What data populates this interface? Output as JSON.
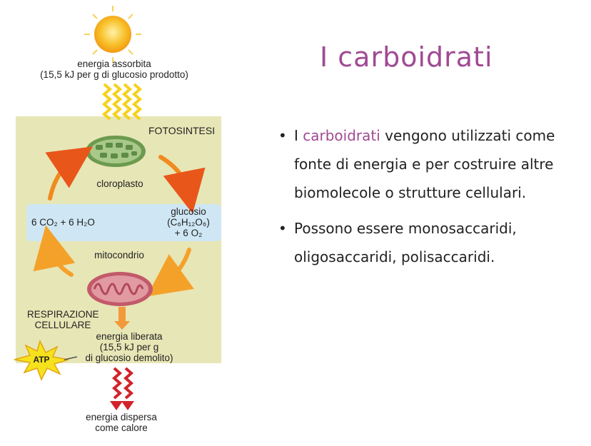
{
  "diagram": {
    "energy_in": [
      "energia assorbita",
      "(15,5 kJ per g di glucosio prodotto)"
    ],
    "photosynthesis": "FOTOSINTESI",
    "chloroplast": "cloroplasto",
    "reactants": "6 CO₂ + 6 H₂O",
    "glucose": [
      "glucosio",
      "(C₆H₁₂O₆)",
      "+ 6 O₂"
    ],
    "mitochondrion": "mitocondrio",
    "respiration": [
      "RESPIRAZIONE",
      "CELLULARE"
    ],
    "energy_released": [
      "energia liberata",
      "(15,5 kJ per g",
      "di glucosio demolito)"
    ],
    "atp": "ATP",
    "energy_lost": [
      "energia dispersa",
      "come calore"
    ],
    "colors": {
      "panel": "#e6e5b3",
      "band": "#cde6f4",
      "sun": "#f6b21b",
      "arrow": "#ef6b1c",
      "heat": "#cc2127",
      "mito": "#d7808a",
      "chloro": "#8ab06c"
    }
  },
  "slide": {
    "title": "I carboidrati",
    "accent_color": "#a04a93",
    "bullet1": {
      "prefix": "I ",
      "highlight": "carboidrati",
      "rest": " vengono utilizzati come fonte di energia e per costruire altre biomolecole o strutture cellulari."
    },
    "bullet2": "Possono essere monosaccaridi, oligosaccaridi, polisaccaridi."
  }
}
